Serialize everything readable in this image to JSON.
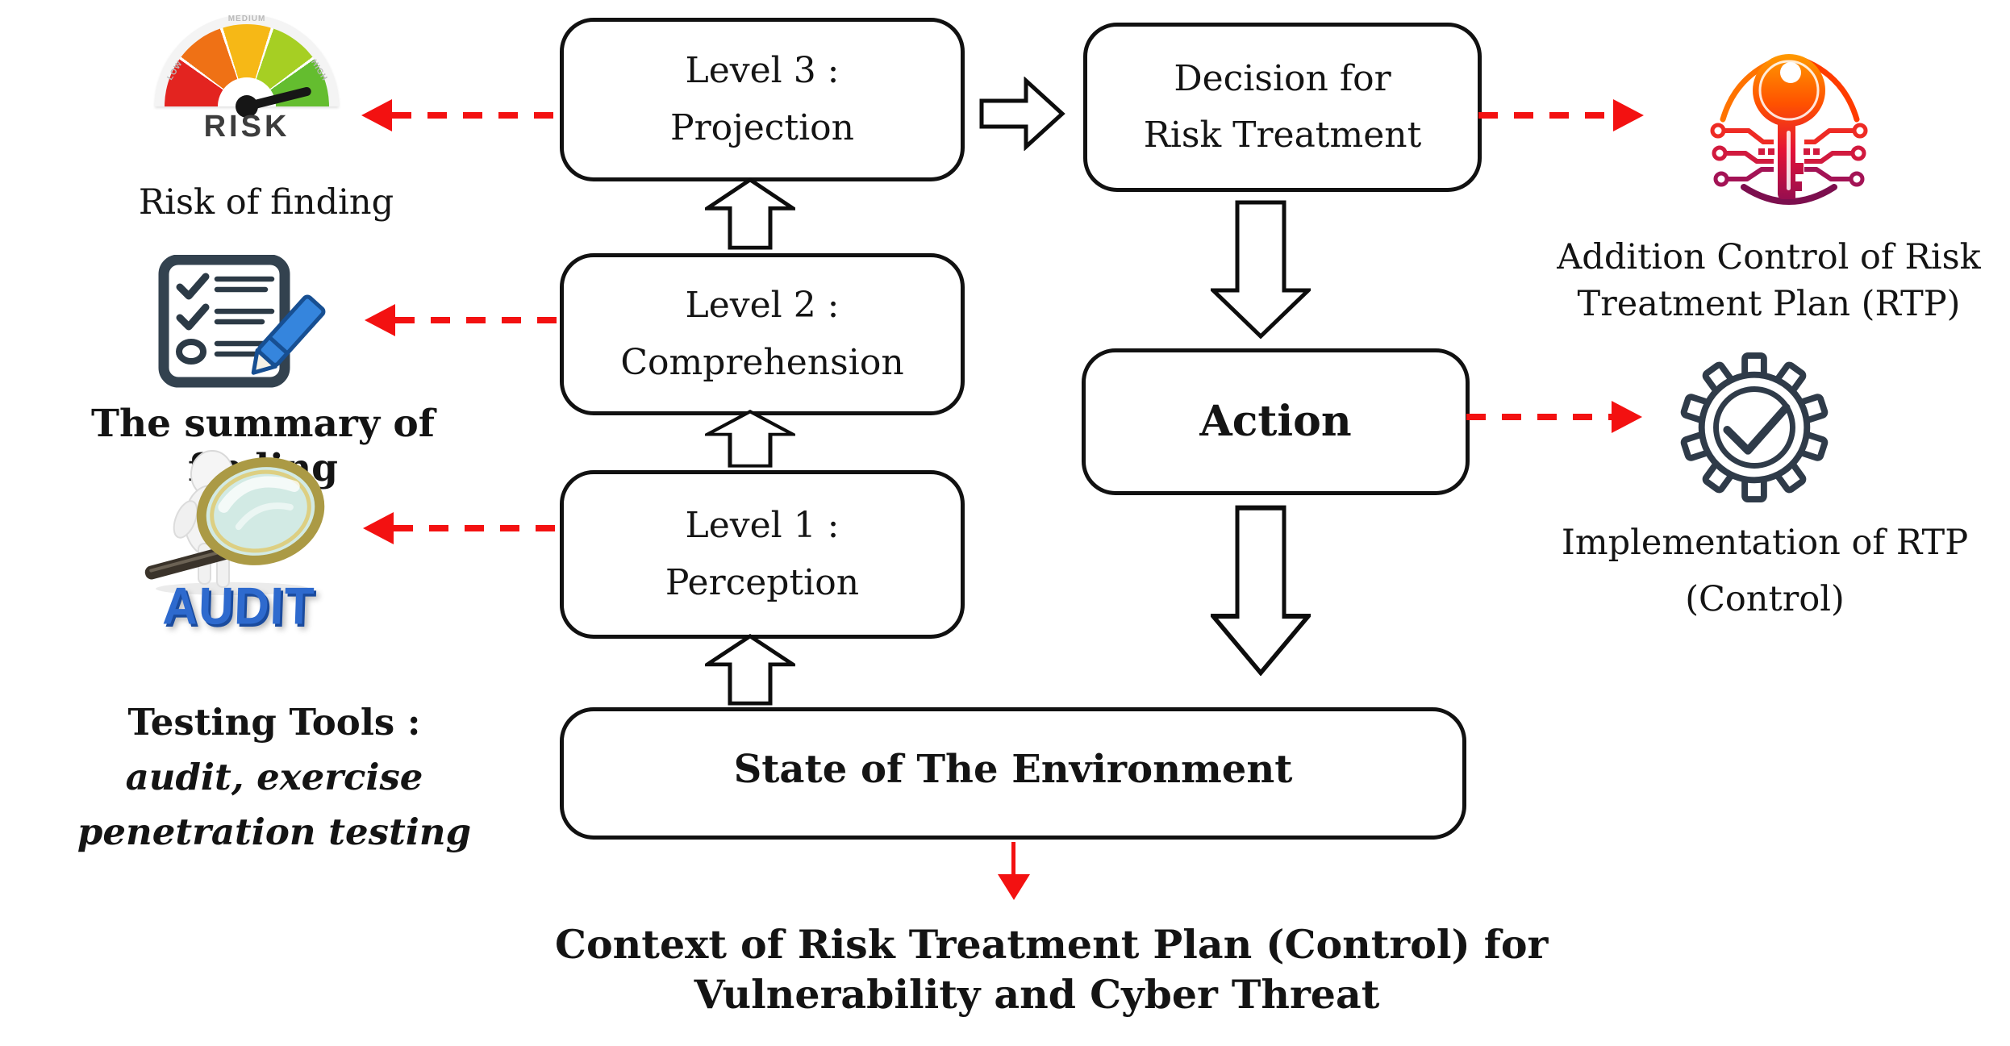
{
  "colors": {
    "arrow_red": "#f31111",
    "box_border": "#111111",
    "audit_blue": "#2e6ace",
    "checklist_navy": "#33424f",
    "gear_outline": "#2f3b49",
    "key_gradient_top": "#ffa000",
    "key_gradient_bottom": "#8d0e52"
  },
  "boxes": {
    "level3": {
      "line1": "Level 3 :",
      "line2": "Projection"
    },
    "level2": {
      "line1": "Level 2 :",
      "line2": "Comprehension"
    },
    "level1": {
      "line1": "Level 1 :",
      "line2": "Perception"
    },
    "decision": {
      "line1": "Decision for",
      "line2": "Risk Treatment"
    },
    "action": {
      "label": "Action"
    },
    "state": {
      "label": "State of The Environment"
    }
  },
  "labels": {
    "risk_of_finding": "Risk of finding",
    "summary_of_finding": "The summary of finding",
    "testing_tools": {
      "line1": "Testing Tools :",
      "line2": "audit, exercise",
      "line3": "penetration testing"
    },
    "addition_control": {
      "line1": "Addition Control of Risk",
      "line2": "Treatment Plan (RTP)"
    },
    "implementation": {
      "line1": "Implementation of RTP",
      "line2": "(Control)"
    },
    "context": {
      "line1": "Context of Risk Treatment Plan (Control) for",
      "line2": "Vulnerability and Cyber Threat"
    }
  },
  "icons": {
    "risk_gauge": {
      "caption": "RISK",
      "ring_labels": {
        "left": "LOW",
        "top": "MEDIUM",
        "right": "HIGH"
      }
    },
    "audit": {
      "caption": "AUDIT"
    }
  }
}
